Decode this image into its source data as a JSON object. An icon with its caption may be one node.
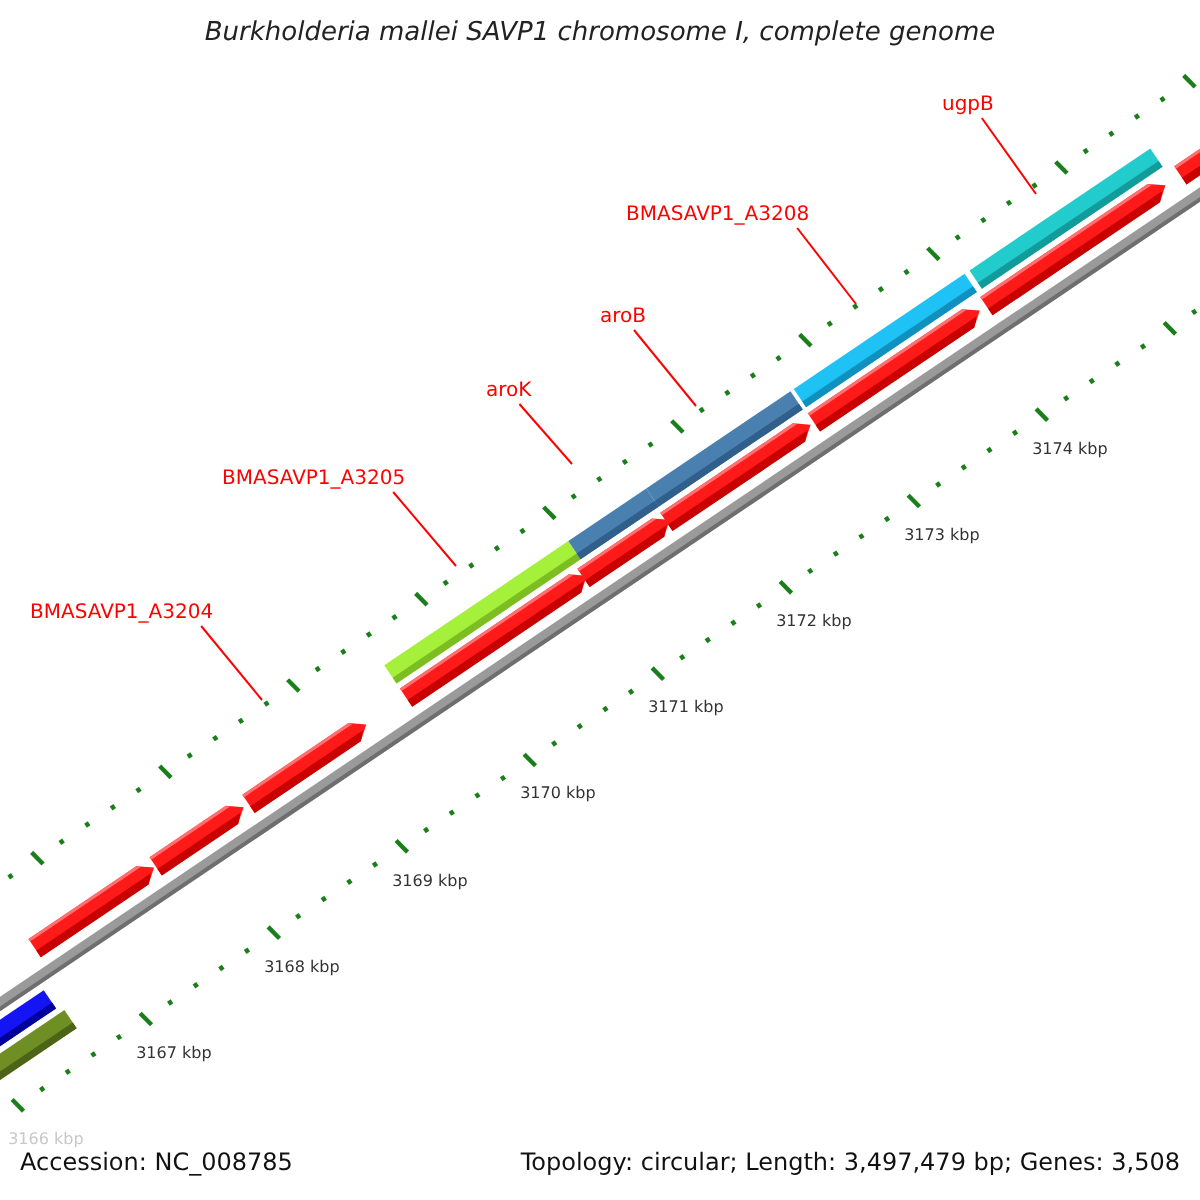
{
  "diagram": {
    "title": "Burkholderia mallei SAVP1 chromosome I, complete genome",
    "nodes": [
      {
        "text": [
          "BMASAVP1_A3204"
        ]
      },
      {
        "text": [
          "BMASAVP1_A3205"
        ]
      },
      {
        "text": [
          "aroK"
        ]
      },
      {
        "text": [
          "aroB"
        ]
      },
      {
        "text": [
          "BMASAVP1_A3208"
        ]
      },
      {
        "text": [
          "ugpB"
        ]
      }
    ],
    "edges": [
      {
        "from": 0,
        "to": null,
        "arrow": "none",
        "color": "#ff0000"
      },
      {
        "from": 1,
        "to": null,
        "arrow": "none",
        "color": "#ff0000"
      },
      {
        "from": 2,
        "to": null,
        "arrow": "none",
        "color": "#ff0000"
      },
      {
        "from": 3,
        "to": null,
        "arrow": "none",
        "color": "#ff0000"
      },
      {
        "from": 4,
        "to": null,
        "arrow": "none",
        "color": "#ff0000"
      },
      {
        "from": 5,
        "to": null,
        "arrow": "none",
        "color": "#ff0000"
      }
    ],
    "labels": [
      "3174 kbp",
      "3173 kbp",
      "3172 kbp",
      "3171 kbp",
      "3170 kbp",
      "3169 kbp",
      "3168 kbp",
      "3167 kbp",
      "3166 kbp",
      "Accession: NC_008785",
      "Topology: circular; Length: 3,497,479 bp; Genes: 3,508"
    ]
  }
}
